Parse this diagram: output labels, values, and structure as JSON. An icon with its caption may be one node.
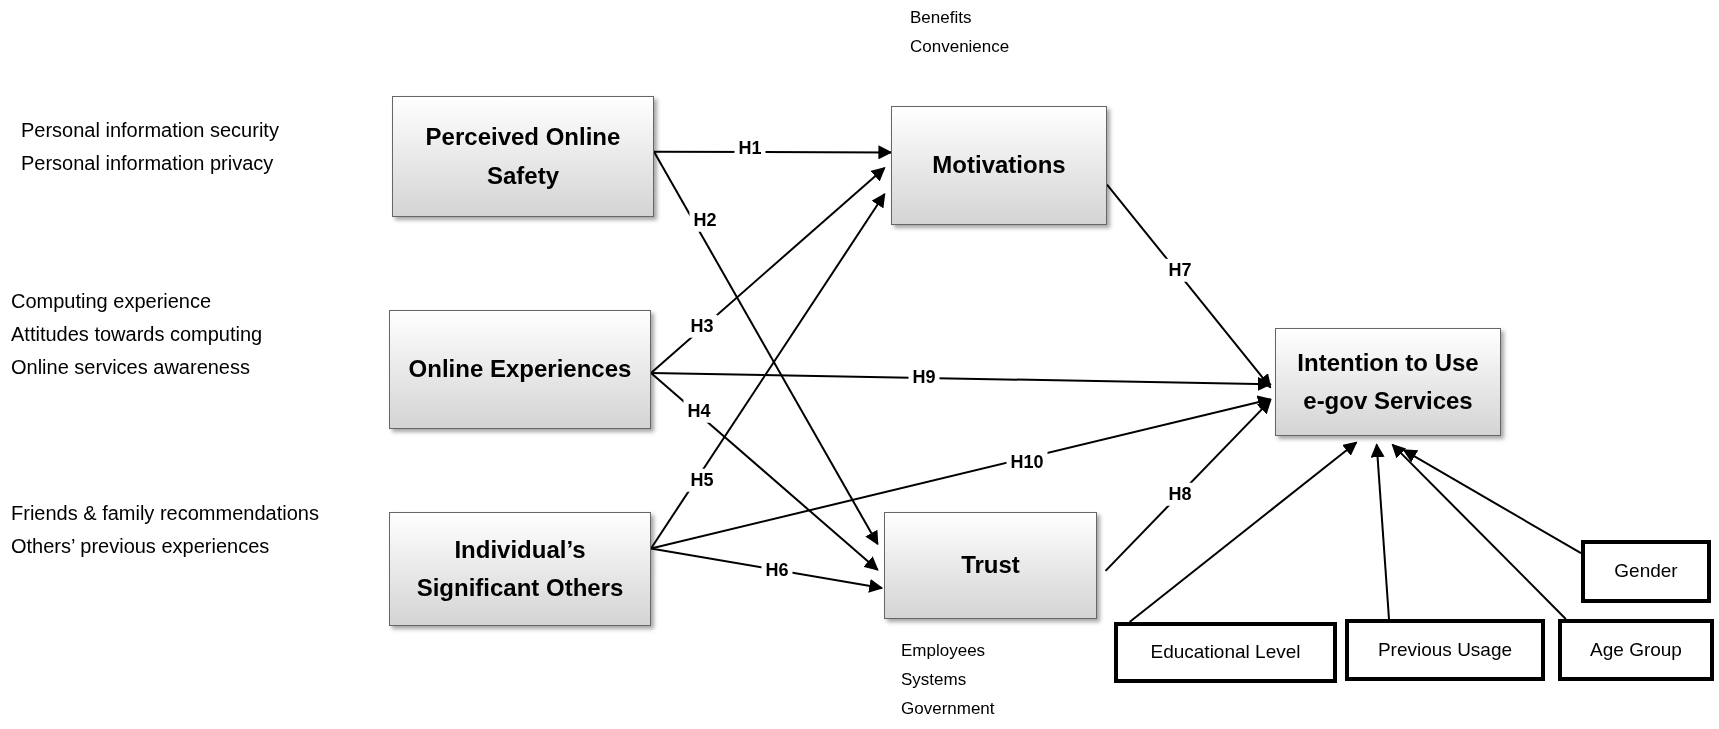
{
  "diagram": {
    "nodes": [
      {
        "text": [
          "Perceived Online Safety"
        ],
        "beside": [
          "Personal information security",
          "Personal information privacy"
        ]
      },
      {
        "text": [
          "Motivations"
        ],
        "beside": [
          "Benefits",
          "Convenience"
        ]
      },
      {
        "text": [
          "Online Experiences"
        ],
        "beside": [
          "Computing experience",
          "Attitudes towards computing",
          "Online services awareness"
        ]
      },
      {
        "text": [
          "Intention to Use e-gov Services"
        ]
      },
      {
        "text": [
          "Individual’s Significant Others"
        ],
        "beside": [
          "Friends & family recommendations",
          "Others’ previous experiences"
        ]
      },
      {
        "text": [
          "Trust"
        ],
        "beside": [
          "Employees",
          "Systems",
          "Government"
        ]
      },
      {
        "text": [
          "Educational Level"
        ]
      },
      {
        "text": [
          "Previous Usage"
        ]
      },
      {
        "text": [
          "Age Group"
        ]
      },
      {
        "text": [
          "Gender"
        ]
      }
    ],
    "edges": [
      {
        "from": 0,
        "to": 1,
        "arrow": "to",
        "label": "H1"
      },
      {
        "from": 0,
        "to": 5,
        "arrow": "to",
        "label": "H2"
      },
      {
        "from": 2,
        "to": 1,
        "arrow": "to",
        "label": "H3"
      },
      {
        "from": 2,
        "to": 3,
        "arrow": "to",
        "label": "H9"
      },
      {
        "from": 2,
        "to": 5,
        "arrow": "to",
        "label": "H4"
      },
      {
        "from": 4,
        "to": 1,
        "arrow": "to",
        "label": "H5"
      },
      {
        "from": 4,
        "to": 3,
        "arrow": "to",
        "label": "H10"
      },
      {
        "from": 4,
        "to": 5,
        "arrow": "to",
        "label": "H6"
      },
      {
        "from": 1,
        "to": 3,
        "arrow": "to",
        "label": "H7"
      },
      {
        "from": 5,
        "to": 3,
        "arrow": "to",
        "label": "H8"
      },
      {
        "from": 6,
        "to": 3,
        "arrow": "to"
      },
      {
        "from": 7,
        "to": 3,
        "arrow": "to"
      },
      {
        "from": 8,
        "to": 3,
        "arrow": "to"
      },
      {
        "from": 9,
        "to": 3,
        "arrow": "to"
      }
    ]
  }
}
